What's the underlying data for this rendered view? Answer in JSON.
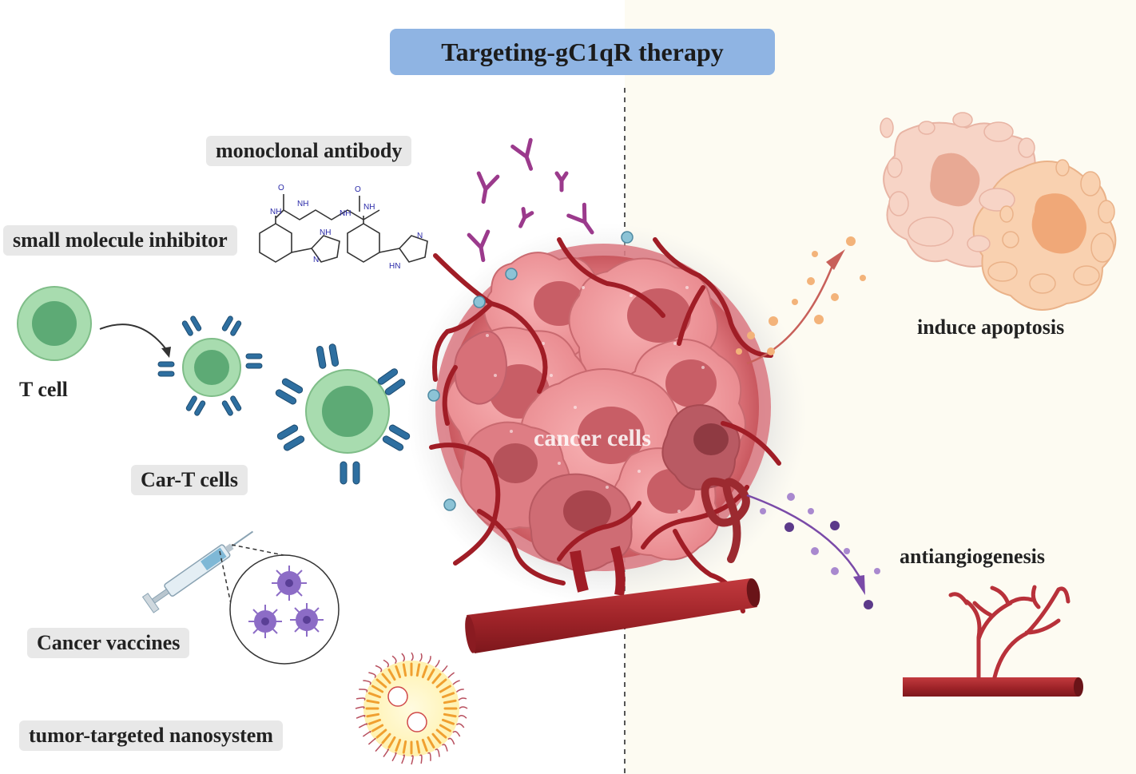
{
  "title": "Targeting-gC1qR therapy",
  "therapies": {
    "monoclonal_antibody": "monoclonal antibody",
    "small_molecule_inhibitor": "small molecule inhibitor",
    "t_cell": "T cell",
    "car_t_cells": "Car-T cells",
    "cancer_vaccines": "Cancer vaccines",
    "nanosystem": "tumor-targeted nanosystem"
  },
  "center": {
    "label": "cancer cells"
  },
  "effects": {
    "apoptosis": "induce apoptosis",
    "antiangiogenesis": "antiangiogenesis"
  },
  "molecule_atoms": {
    "nh": "NH",
    "hn": "HN",
    "n": "N",
    "o": "O"
  },
  "colors": {
    "title_bg": "#8fb4e3",
    "right_panel_bg": "#fdfbf2",
    "label_bg": "#e8e8e8",
    "tumor_pink": "#e8868a",
    "vessel_red": "#a5262b",
    "antibody_purple": "#9b3a8c",
    "car_blue": "#2e6fa0",
    "tcell_green": "#9fd3a6",
    "apoptosis_orange": "#f3b37a",
    "antiangio_purple": "#7a4aa8"
  }
}
